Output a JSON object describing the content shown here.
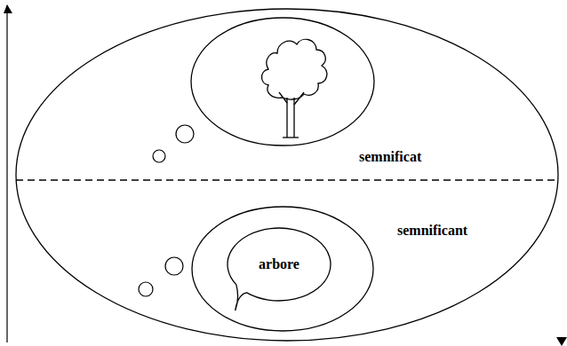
{
  "diagram": {
    "nodes": [
      {
        "text": [
          "arbore"
        ]
      }
    ],
    "labels": [
      "semnificat",
      "semnificant"
    ]
  }
}
